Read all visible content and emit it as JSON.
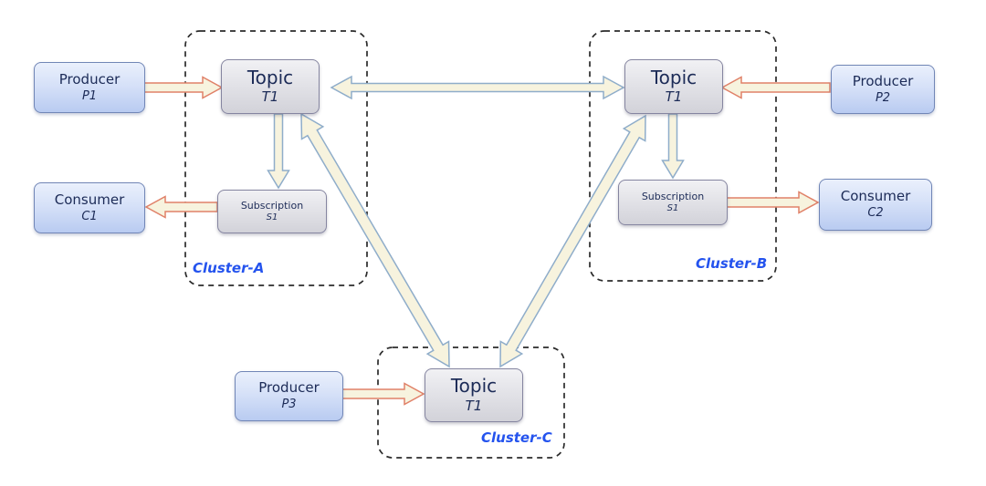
{
  "colors": {
    "background": "#ffffff",
    "arrow_fill": "#f7f3de",
    "replication_arrow_stroke": "#8fadca",
    "client_arrow_stroke": "#e08168",
    "cluster_outline": "#2b2b2b",
    "cluster_label": "#2453ee",
    "node_text": "#1c2b57",
    "blue_box_border": "#7186b6",
    "gray_box_border": "#8585a0"
  },
  "clusters": [
    {
      "id": "cluster-a",
      "label": "Cluster-A"
    },
    {
      "id": "cluster-b",
      "label": "Cluster-B"
    },
    {
      "id": "cluster-c",
      "label": "Cluster-C"
    }
  ],
  "nodes": {
    "producer_p1": {
      "title": "Producer",
      "subtitle": "P1"
    },
    "consumer_c1": {
      "title": "Consumer",
      "subtitle": "C1"
    },
    "topic_a": {
      "title": "Topic",
      "subtitle": "T1"
    },
    "subscription_a": {
      "title": "Subscription",
      "subtitle": "S1"
    },
    "topic_b": {
      "title": "Topic",
      "subtitle": "T1"
    },
    "subscription_b": {
      "title": "Subscription",
      "subtitle": "S1"
    },
    "producer_p2": {
      "title": "Producer",
      "subtitle": "P2"
    },
    "consumer_c2": {
      "title": "Consumer",
      "subtitle": "C2"
    },
    "producer_p3": {
      "title": "Producer",
      "subtitle": "P3"
    },
    "topic_c": {
      "title": "Topic",
      "subtitle": "T1"
    }
  },
  "connections": [
    {
      "id": "p1-to-topic-a",
      "from": "Producer P1",
      "to": "Topic T1 (Cluster-A)",
      "kind": "publish",
      "bidirectional": false
    },
    {
      "id": "sub-a-to-consumer-c1",
      "from": "Subscription S1 (Cluster-A)",
      "to": "Consumer C1",
      "kind": "consume",
      "bidirectional": false
    },
    {
      "id": "p2-to-topic-b",
      "from": "Producer P2",
      "to": "Topic T1 (Cluster-B)",
      "kind": "publish",
      "bidirectional": false
    },
    {
      "id": "sub-b-to-consumer-c2",
      "from": "Subscription S1 (Cluster-B)",
      "to": "Consumer C2",
      "kind": "consume",
      "bidirectional": false
    },
    {
      "id": "p3-to-topic-c",
      "from": "Producer P3",
      "to": "Topic T1 (Cluster-C)",
      "kind": "publish",
      "bidirectional": false
    },
    {
      "id": "topic-a-topic-b-replication",
      "from": "Topic T1 (Cluster-A)",
      "to": "Topic T1 (Cluster-B)",
      "kind": "replication",
      "bidirectional": true
    },
    {
      "id": "topic-a-to-sub-a",
      "from": "Topic T1 (Cluster-A)",
      "to": "Subscription S1 (Cluster-A)",
      "kind": "dispatch",
      "bidirectional": false
    },
    {
      "id": "topic-b-to-sub-b",
      "from": "Topic T1 (Cluster-B)",
      "to": "Subscription S1 (Cluster-B)",
      "kind": "dispatch",
      "bidirectional": false
    },
    {
      "id": "topic-a-topic-c-replication",
      "from": "Topic T1 (Cluster-A)",
      "to": "Topic T1 (Cluster-C)",
      "kind": "replication",
      "bidirectional": true
    },
    {
      "id": "topic-b-topic-c-replication",
      "from": "Topic T1 (Cluster-B)",
      "to": "Topic T1 (Cluster-C)",
      "kind": "replication",
      "bidirectional": true
    }
  ]
}
